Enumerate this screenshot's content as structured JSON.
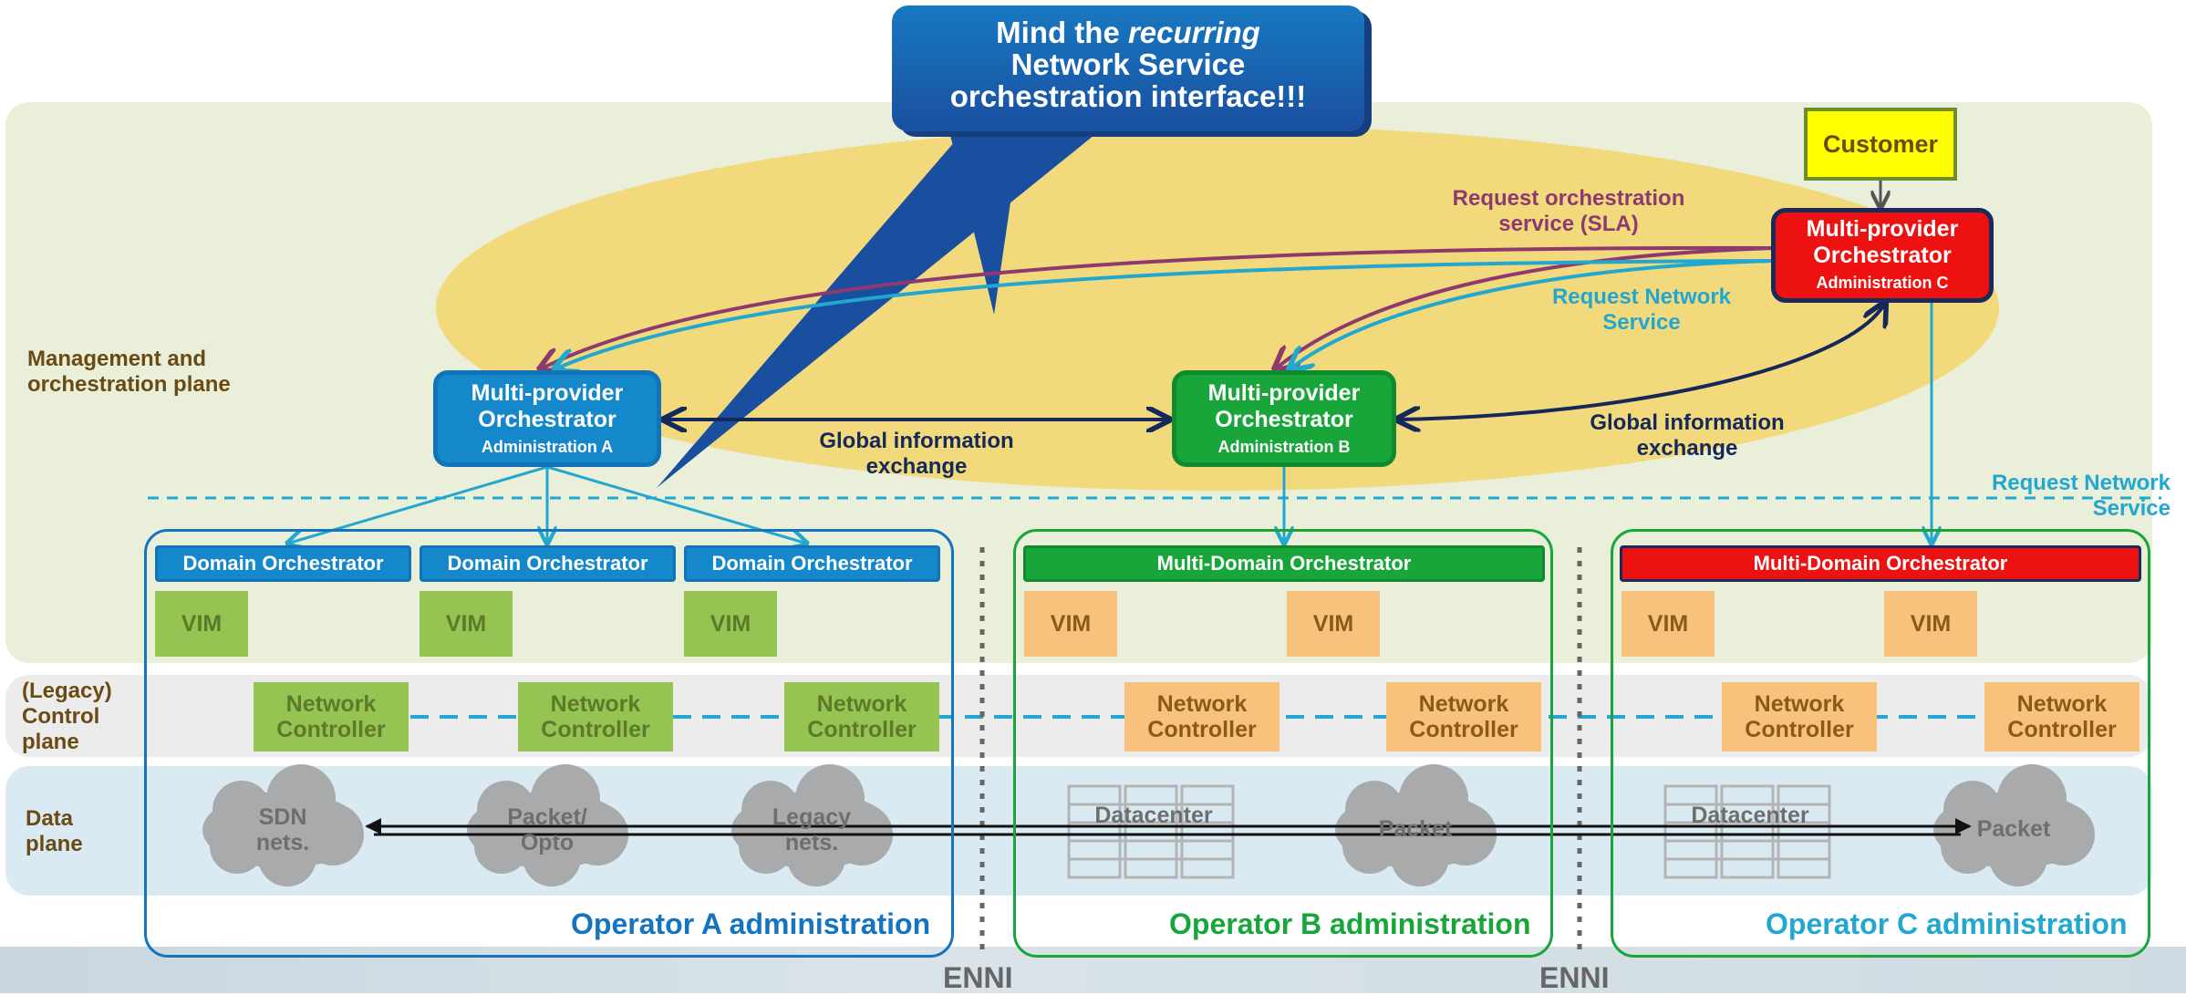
{
  "callout": {
    "line1_prefix": "Mind the ",
    "line1_italic": "recurring",
    "line2": "Network Service",
    "line3": "orchestration interface!!!"
  },
  "customer": {
    "label": "Customer"
  },
  "planes": {
    "management": "Management and orchestration plane",
    "control": "(Legacy) Control plane",
    "data": "Data plane"
  },
  "orchestrators": {
    "a": {
      "title": "Multi-provider Orchestrator",
      "admin": "Administration A"
    },
    "b": {
      "title": "Multi-provider Orchestrator",
      "admin": "Administration B"
    },
    "c": {
      "title": "Multi-provider Orchestrator",
      "admin": "Administration C"
    }
  },
  "labels": {
    "request_orch": "Request orchestration service (SLA)",
    "request_ns": "Request Network Service",
    "request_ns_right": "Request Network Service",
    "global_info_1": "Global information exchange",
    "global_info_2": "Global information exchange"
  },
  "domain_orchestrators": [
    "Domain Orchestrator",
    "Domain Orchestrator",
    "Domain Orchestrator"
  ],
  "multi_domain": {
    "b": "Multi-Domain Orchestrator",
    "c": "Multi-Domain Orchestrator"
  },
  "vim_label": "VIM",
  "network_controller": "Network Controller",
  "clouds": {
    "a1": "SDN nets.",
    "a2": "Packet/ Opto",
    "a3": "Legacy nets.",
    "b1": "Datacenter",
    "b2": "Packet",
    "c1": "Datacenter",
    "c2": "Packet"
  },
  "operators": {
    "a": "Operator A administration",
    "b": "Operator B administration",
    "c": "Operator C administration"
  },
  "enni": [
    "ENNI",
    "ENNI"
  ],
  "colors": {
    "mgmt_band": "#e9efd9",
    "control_band": "#ececec",
    "data_band": "#daeaf3",
    "ellipse": "#f2da7c",
    "callout": "#1a5fa8",
    "admin_a": "#1588cc",
    "admin_b": "#18a63a",
    "admin_c": "#ee1111",
    "customer": "#ffff00",
    "request_orch": "#8e3a6e",
    "request_ns": "#22a8d0",
    "global_info": "#14285a"
  }
}
